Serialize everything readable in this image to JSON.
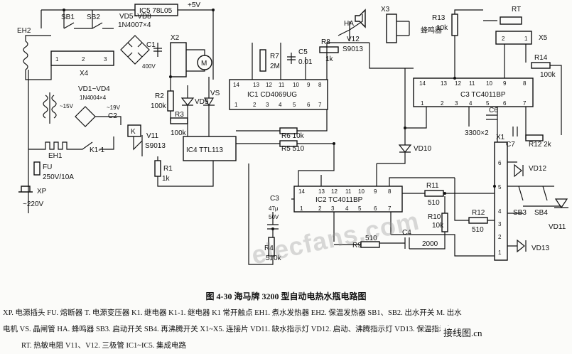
{
  "labels": {
    "vplus": "+5V",
    "ic5": "IC5 78L05",
    "sb1": "SB1",
    "sb2": "SB2",
    "vd5": "VD5~VD8",
    "vd5b": "1N4007×4",
    "eh2": "EH2",
    "x2": "X2",
    "x4": "X4",
    "c1": "C1",
    "c1v": "400V",
    "m": "M",
    "r7": "R7",
    "r7v": "2M",
    "c5": "C5",
    "c5v": "0.01",
    "r8": "R8",
    "r8v": "1k",
    "v12": "V12",
    "v12t": "S9013",
    "ha": "HA",
    "x3": "X3",
    "sp": "蜂鸣器",
    "r13": "R13",
    "r13v": "10k",
    "rt": "RT",
    "x5": "X5",
    "r14": "R14",
    "r14v": "100k",
    "ic1": "IC1 CD4069UG",
    "ic3": "C3 TC4011BP",
    "r2": "R2",
    "r2v": "100k",
    "vd9": "VD9",
    "vs": "VS",
    "r3": "R3",
    "r3v": "100k",
    "ic4": "IC4 TTL113",
    "r6": "R6 10k",
    "r5": "R5 510",
    "vd1": "VD1~VD4",
    "vd1b": "1N4004×4",
    "v15": "~15V",
    "v19": "~19V",
    "c2": "C2",
    "k": "K",
    "v11": "V11",
    "v11t": "S9013",
    "eh1": "EH1",
    "k1": "K1-1",
    "fu": "FU",
    "fuv": "250V/10A",
    "xp": "XP",
    "mains": "~220V",
    "r1": "R1",
    "r1v": "1k",
    "c6": "C6",
    "c6v": "3300×2",
    "c7": "C7",
    "r12k": "R12 2k",
    "vd10": "VD10",
    "x1": "X1",
    "vd12": "VD12",
    "c3": "C3",
    "c3v": "47μ",
    "c3v2": "50V",
    "ic2": "IC2 TC4011BP",
    "r11": "R11",
    "r11v": "510",
    "r10": "R10",
    "r10v": "10k",
    "r12": "R12",
    "r12v": "510",
    "sb3": "SB3",
    "sb4": "SB4",
    "vd11": "VD11",
    "c4": "C4",
    "c4v": "2000",
    "r9": "R9",
    "r9v": "510",
    "r4": "R4",
    "r4v": "510k",
    "vd13": "VD13"
  },
  "caption": "图 4-30   海马牌 3200 型自动电热水瓶电路图",
  "legend": {
    "line1": "XP. 电源插头   FU. 熔断器   T. 电源变压器   K1. 继电器   K1-1. 继电器 K1 常开触点   EH1. 煮水发热器   EH2. 保温发热器   SB1、SB2. 出水开关   M. 出水",
    "line2": "电机   VS. 晶闸管   HA. 蜂鸣器   SB3. 启动开关   SB4. 再沸腾开关   X1~X5. 连接片   VD11. 缺水指示灯   VD12. 启动、沸腾指示灯   VD13. 保温指示灯",
    "line3": "RT. 热敏电阻   V11、V12. 三极管   IC1~IC5. 集成电路"
  },
  "watermark": "elecfans.com",
  "corner_mark": "接线图.cn"
}
